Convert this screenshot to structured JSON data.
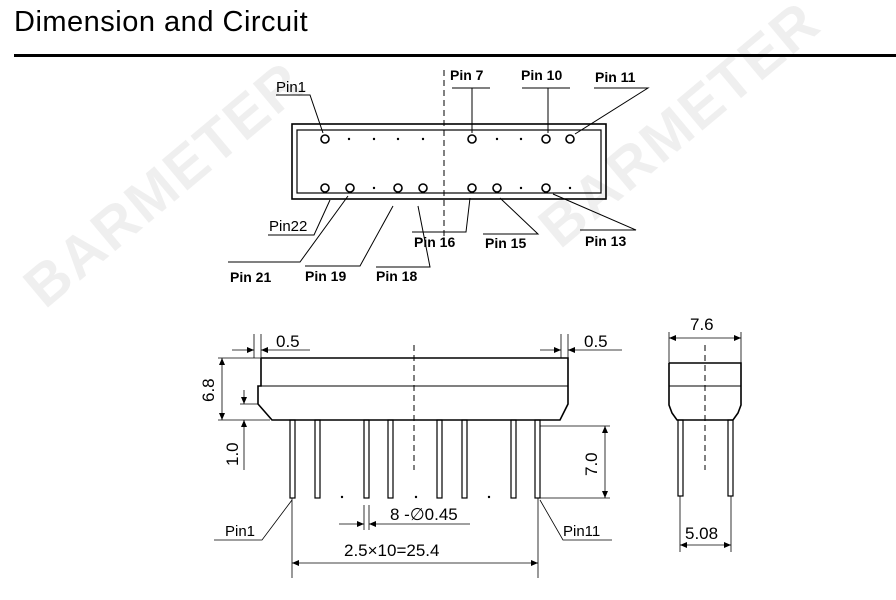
{
  "title": "Dimension and Circuit",
  "watermark": "BARMETER",
  "top_view": {
    "pin_labels": {
      "pin1": "Pin1",
      "pin22": "Pin22",
      "pin7": "Pin 7",
      "pin10": "Pin 10",
      "pin11": "Pin 11",
      "pin21": "Pin 21",
      "pin19": "Pin 19",
      "pin18": "Pin 18",
      "pin16": "Pin 16",
      "pin15": "Pin 15",
      "pin13": "Pin 13"
    }
  },
  "front_view": {
    "dim_left_offset": "0.5",
    "dim_right_offset": "0.5",
    "dim_height": "6.8",
    "dim_base": "1.0",
    "dim_pin_length": "7.0",
    "dim_pin_dia": "8 -∅0.45",
    "dim_pitch": "2.5×10=25.4",
    "pin1_label": "Pin1",
    "pin11_label": "Pin11"
  },
  "side_view": {
    "dim_width": "7.6",
    "dim_pin_spacing": "5.08"
  },
  "colors": {
    "line": "#000000",
    "background": "#ffffff"
  }
}
